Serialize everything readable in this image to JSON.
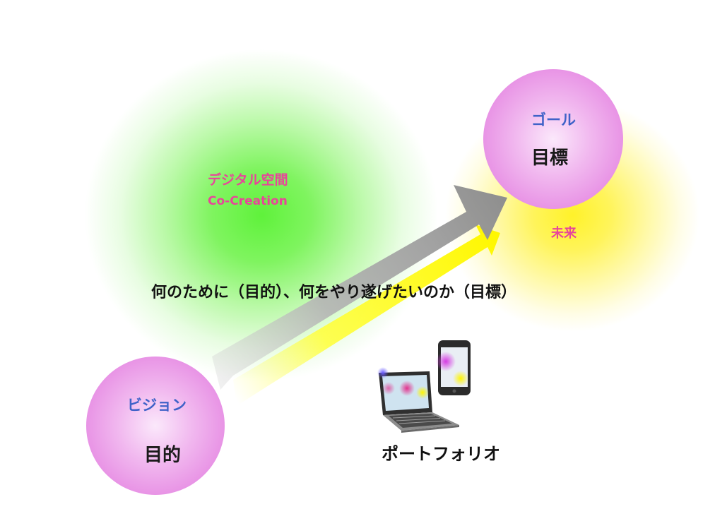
{
  "diagram": {
    "vision": {
      "title": "ビジョン",
      "subtitle": "目的"
    },
    "goal": {
      "title": "ゴール",
      "subtitle": "目標"
    },
    "digital_space": {
      "label": "デジタル空間",
      "sublabel": "Co-Creation"
    },
    "future": {
      "label": "未来"
    },
    "central_caption": "何のために（目的）、何をやり遂げたいのか（目標）",
    "portfolio": {
      "label": "ポートフォリオ",
      "icon": "laptop-and-smartphone-icon"
    },
    "colors": {
      "sphere": "#e78fe4",
      "green_glow": "#5ff23b",
      "yellow_glow": "#fff22a",
      "arrow": "#9a9a9a",
      "title_blue": "#3f62c8",
      "accent_pink": "#e8459a"
    }
  }
}
